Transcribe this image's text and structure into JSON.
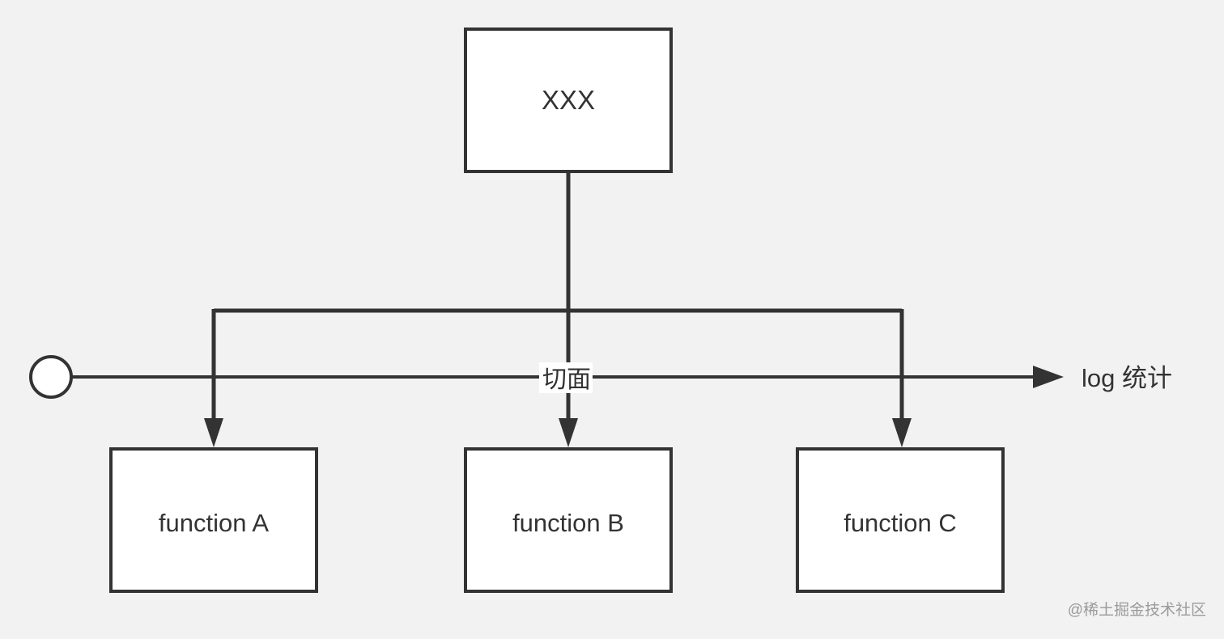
{
  "diagram": {
    "nodes": {
      "top": {
        "label": "XXX"
      },
      "a": {
        "label": "function A"
      },
      "b": {
        "label": "function B"
      },
      "c": {
        "label": "function C"
      }
    },
    "aspect_label": "切面",
    "output_label": "log 统计"
  },
  "watermark": "@稀土掘金技术社区",
  "colors": {
    "background": "#f2f2f2",
    "stroke": "#333333",
    "box_fill": "#ffffff",
    "text": "#333333",
    "watermark": "#9a9a9a"
  }
}
